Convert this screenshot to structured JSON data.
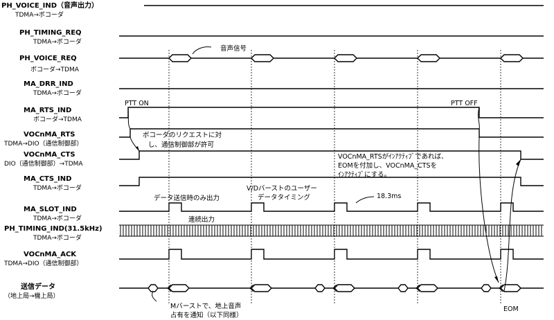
{
  "signals": [
    {
      "name": "PH_VOICE_IND（音声出力）",
      "dir": "TDMA→ボコーダ"
    },
    {
      "name": "PH_TIMING_REQ",
      "dir": "TDMA→ボコーダ"
    },
    {
      "name": "PH_VOICE_REQ",
      "dir": "ボコーダ→TDMA"
    },
    {
      "name": "MA_DRR_IND",
      "dir": "TDMA→ボコーダ"
    },
    {
      "name": "MA_RTS_IND",
      "dir": "ボコーダ→TDMA"
    },
    {
      "name": "VOCnMA_RTS",
      "dir": "TDMA→DIO（通信制御部）"
    },
    {
      "name": "VOCnMA_CTS",
      "dir": "DIO（通信制御部）→TDMA"
    },
    {
      "name": "MA_CTS_IND",
      "dir": "TDMA→ボコーダ"
    },
    {
      "name": "MA_SLOT_IND",
      "dir": "TDMA→ボコーダ"
    },
    {
      "name": "PH_TIMING_IND(31.5kHz)",
      "dir": "TDMA→ボコーダ"
    },
    {
      "name": "VOCnMA_ACK",
      "dir": "TDMA→DIO（通信制御部）"
    },
    {
      "name": "送信データ",
      "dir": "（地上局→機上局）"
    }
  ],
  "annotations": {
    "voice_signal": "音声信号",
    "ptt_on": "PTT ON",
    "ptt_off": "PTT OFF",
    "vocoder_request_1": "ボコーダのリクエストに対",
    "vocoder_request_2": "し、通信制御部が許可",
    "rts_inactive_1": "VOCnMA_RTSがｲﾝｱｸﾃｨﾌﾞであれば、",
    "rts_inactive_2": "EOMを付加し、VOCnMA_CTSを",
    "rts_inactive_3": "ｲﾝｱｸﾃｨﾌﾞにする。",
    "data_only": "データ送信時のみ出力",
    "vd_burst_1": "V/Dバーストのユーザー",
    "vd_burst_2": "データタイミング",
    "ms_18": "18.3ms",
    "continuous": "連続出力",
    "m_burst_1": "Mバーストで、地上音声",
    "m_burst_2": "占有を通知（以下同様）",
    "eom": "EOM"
  }
}
